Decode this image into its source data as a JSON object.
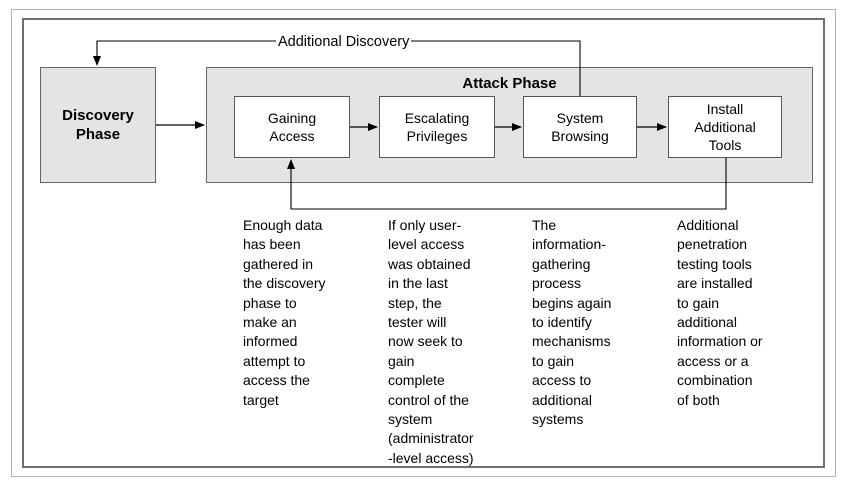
{
  "diagram": {
    "loop_label": "Additional Discovery",
    "discovery_phase": "Discovery\nPhase",
    "attack_phase": {
      "title": "Attack Phase",
      "steps": [
        {
          "label": "Gaining\nAccess"
        },
        {
          "label": "Escalating\nPrivileges"
        },
        {
          "label": "System\nBrowsing"
        },
        {
          "label": "Install\nAdditional\nTools"
        }
      ]
    },
    "descriptions": [
      "Enough data\nhas been\ngathered in\nthe discovery\nphase to\nmake an\ninformed\nattempt to\naccess the\ntarget",
      "If only user-\nlevel access\nwas obtained\nin the last\nstep, the\ntester will\nnow seek to\ngain\ncomplete\ncontrol of the\nsystem\n(administrator\n-level access)",
      "The\ninformation-\ngathering\nprocess\nbegins again\nto identify\nmechanisms\nto gain\naccess to\nadditional\nsystems",
      "Additional\npenetration\ntesting tools\nare installed\nto gain\nadditional\ninformation or\naccess or a\ncombination\nof both"
    ],
    "colors": {
      "phase_fill": "#e4e4e4",
      "step_fill": "#ffffff",
      "line": "#000000",
      "frame": "#6f6f6f"
    }
  }
}
